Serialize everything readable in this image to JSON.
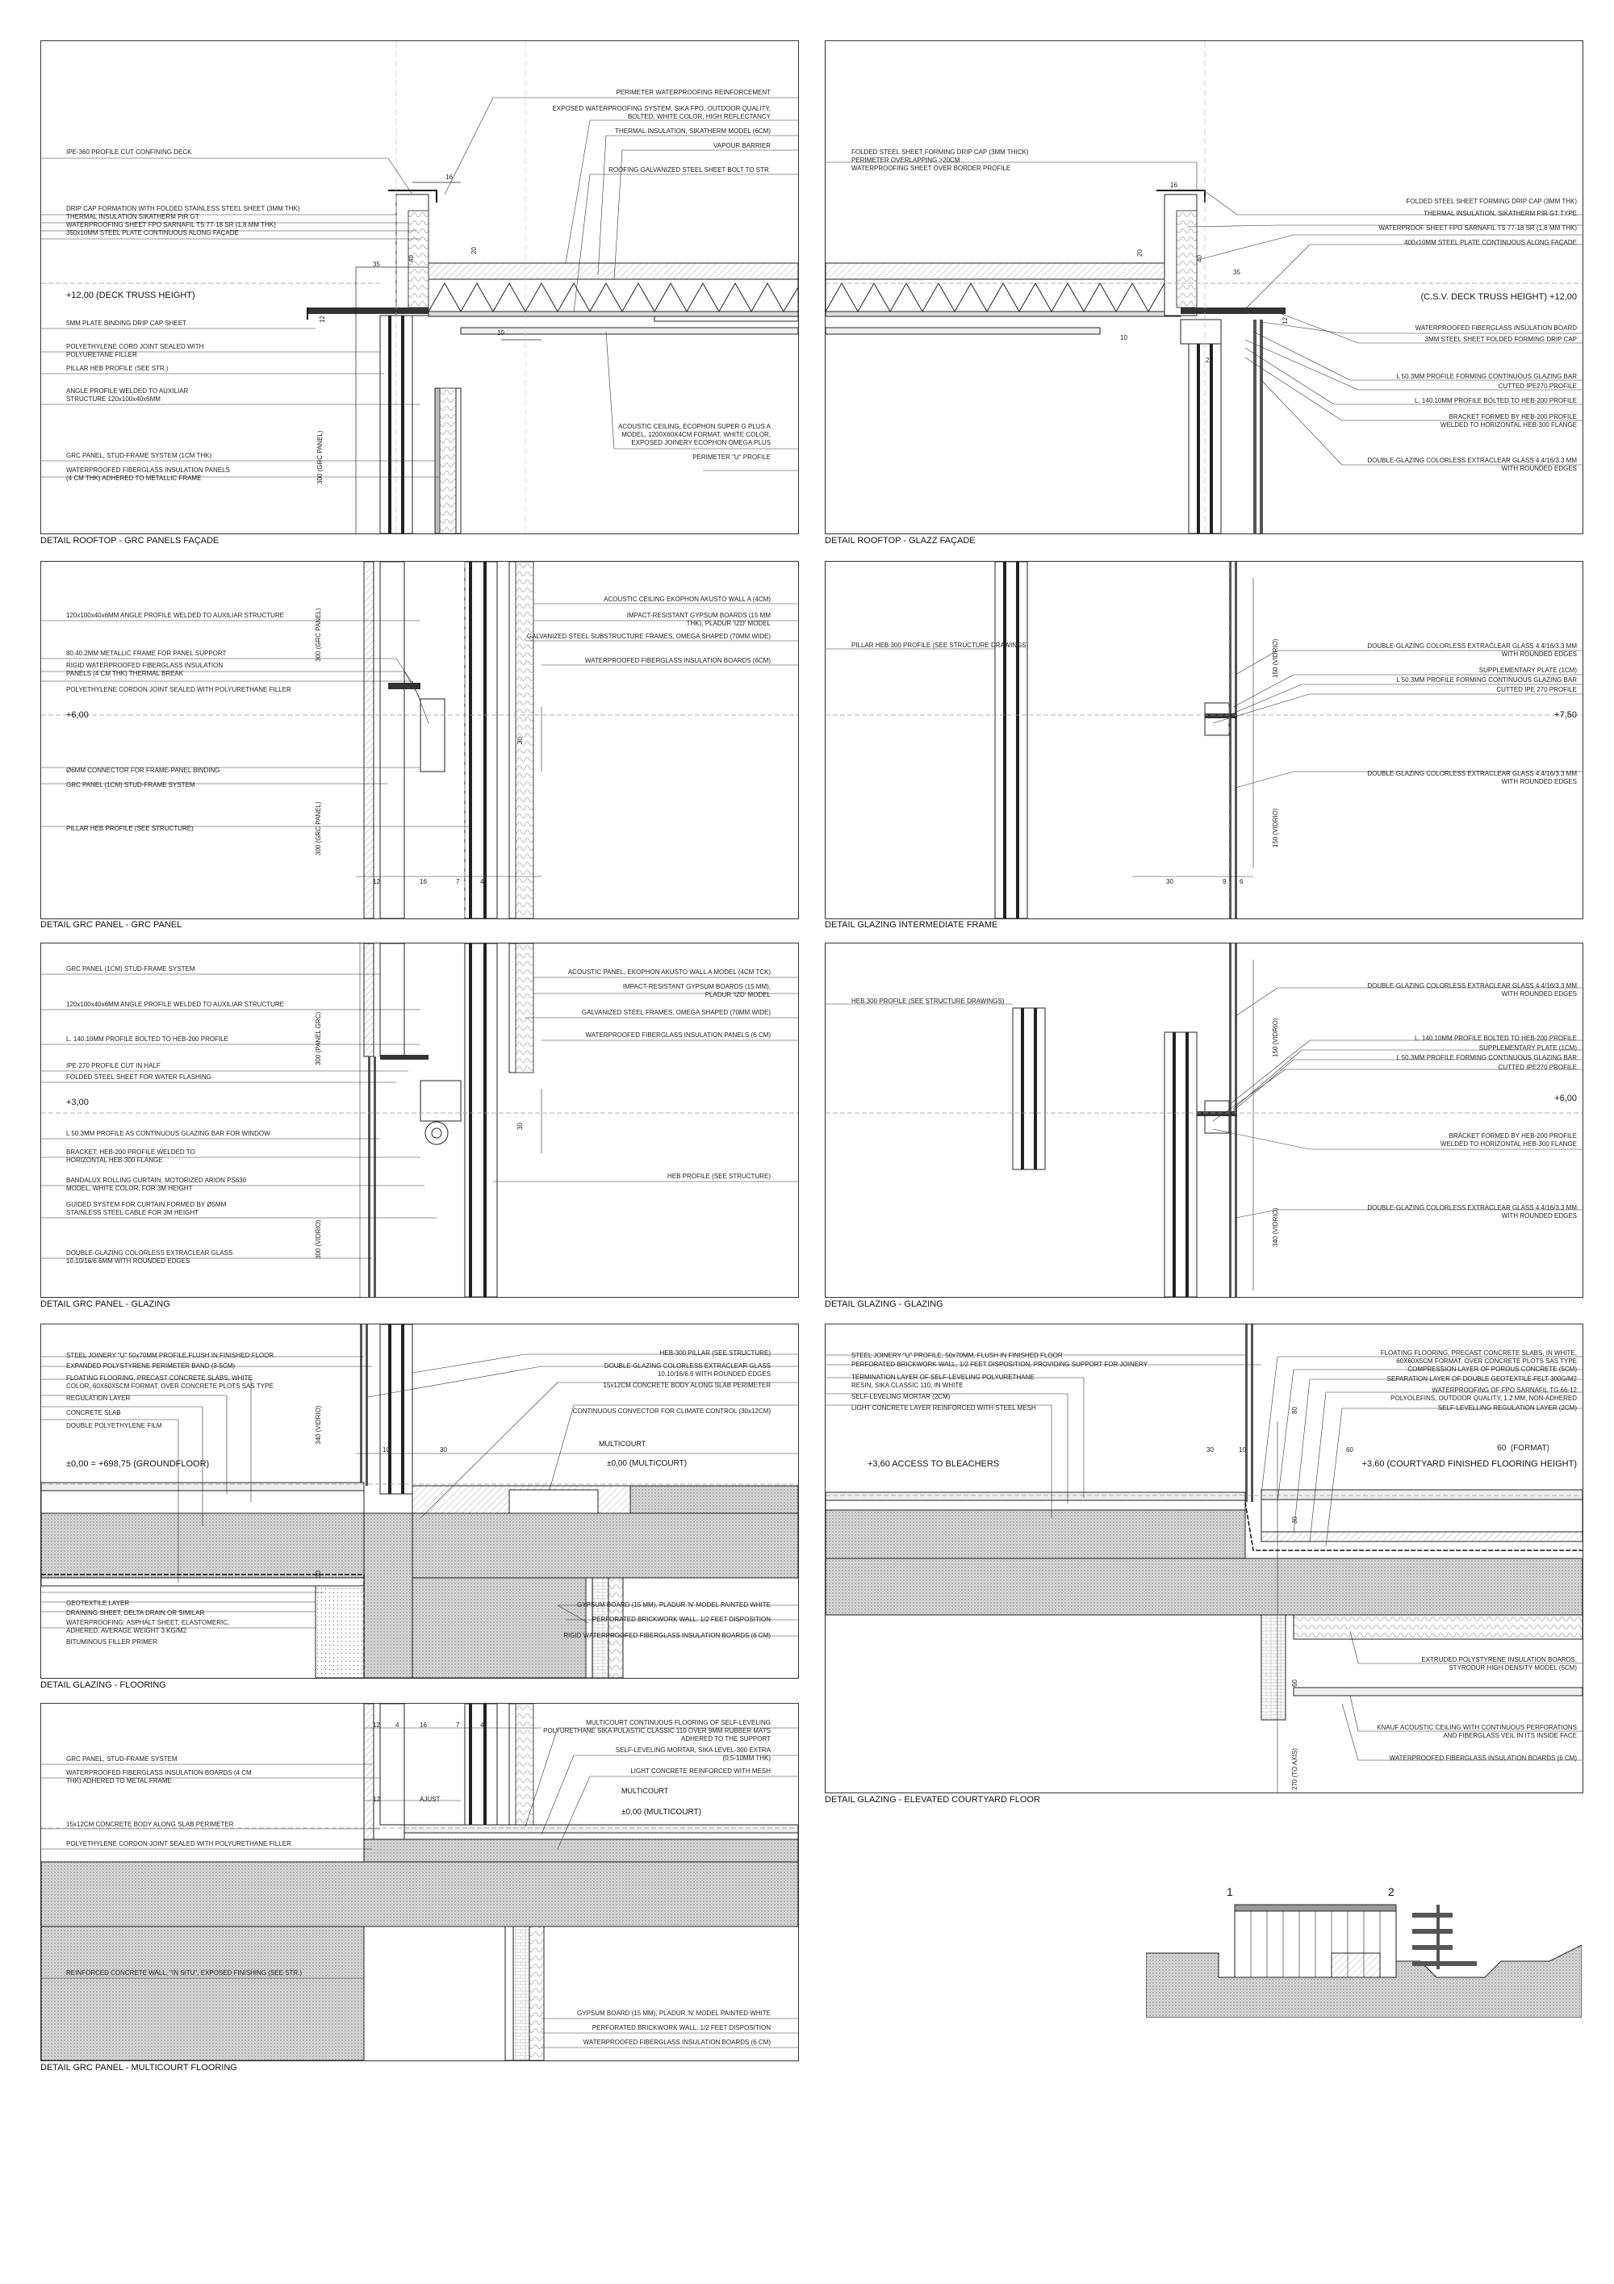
{
  "panels": {
    "p1": {
      "title": "DETAIL ROOFTOP - GRC PANELS FAÇADE",
      "labels_left": [
        "IPE-360 PROFILE CUT CONFINING DECK",
        "DRIP CAP FORMATION WITH FOLDED STAINLESS STEEL SHEET (3MM THK)",
        "THERMAL INSULATION SIKATHERM PIR GT",
        "WATERPROOFING SHEET FPO SARNAFIL TS 77-18 SR (1,8 MM THK)",
        "350x10MM STEEL PLATE CONTINUOUS ALONG FAÇADE",
        "5MM PLATE BINDING DRIP CAP SHEET",
        "POLYETHYLENE CORD JOINT SEALED WITH\nPOLYURETANE FILLER",
        "PILLAR HEB PROFILE (SEE STR.)",
        "ANGLE PROFILE WELDED TO AUXILIAR\nSTRUCTURE 120x100x40x6MM",
        "GRC PANEL, STUD-FRAME SYSTEM (1CM THK)",
        "WATERPROOFED FIBERGLASS INSULATION PANELS\n(4 CM THK) ADHERED TO METALLIC FRAME"
      ],
      "labels_right": [
        "PERIMETER WATERPROOFING REINFORCEMENT",
        "EXPOSED WATERPROOFING SYSTEM, SIKA FPO, OUTDOOR QUALITY,\nBOLTED, WHITE COLOR, HIGH REFLECTANCY",
        "THERMAL INSULATION, SIKATHERM MODEL (6CM)",
        "VAPOUR BARRIER",
        "ROOFING GALVANIZED STEEL SHEET BOLT TO STR.",
        "ACOUSTIC CEILING, ECOPHON SUPER G PLUS A\nMODEL, 1200X60X4CM FORMAT, WHITE COLOR,\nEXPOSED JOINERY ECOPHON OMEGA PLUS",
        "PERIMETER \"U\" PROFILE"
      ],
      "level": "+12,00 (DECK TRUSS HEIGHT)",
      "dims": [
        "16",
        "20",
        "40",
        "35",
        "12",
        "10",
        "300 (GRC PANEL)"
      ]
    },
    "p2": {
      "title": "DETAIL ROOFTOP - GLAZZ FAÇADE",
      "labels_left": [
        "FOLDED STEEL SHEET FORMING DRIP CAP (3MM THICK)",
        "PERIMETER OVERLAPPING >20CM",
        "WATERPROOFING SHEET OVER BORDER PROFILE"
      ],
      "labels_right": [
        "FOLDED STEEL SHEET FORMING DRIP CAP (3MM THK)",
        "THERMAL INSULATION, SIKATHERM PIR GT TYPE",
        "WATERPROOF SHEET FPO SARNAFIL TS 77-18 SR (1,8 MM THK)",
        "400x10MM STEEL PLATE CONTINUOUS ALONG FAÇADE",
        "WATERPROOFED FIBERGLASS INSULATION BOARD",
        "3MM STEEL SHEET FOLDED FORMING DRIP CAP",
        "L 50.3MM PROFILE FORMING CONTINUOUS GLAZING BAR",
        "CUTTED IPE270 PROFILE",
        "L. 140.10MM PROFILE BOLTED TO HEB-200 PROFILE",
        "BRACKET FORMED BY HEB-200 PROFILE\nWELDED TO HORIZONTAL HEB-300 FLANGE",
        "DOUBLE-GLAZING COLORLESS EXTRACLEAR GLASS 4.4/16/3.3 MM\nWITH ROUNDED EDGES"
      ],
      "level": "(C.S.V. DECK TRUSS HEIGHT) +12,00",
      "dims": [
        "16",
        "20",
        "40",
        "35",
        "12",
        "10",
        "21"
      ]
    },
    "p3": {
      "title": "DETAIL GRC PANEL - GRC PANEL",
      "labels_left": [
        "120x100x40x6MM ANGLE PROFILE WELDED TO AUXILIAR STRUCTURE",
        "80.40.2MM METALLIC FRAME FOR PANEL SUPPORT",
        "RIGID WATERPROOFED FIBERGLASS INSULATION\nPANELS (4 CM THK) THERMAL BREAK",
        "POLYETHYLENE CORDON JOINT SEALED WITH POLYURETHANE FILLER",
        "Ø6MM CONNECTOR FOR FRAME-PANEL BINDING",
        "GRC PANEL (1CM) STUD-FRAME SYSTEM",
        "PILLAR HEB PROFILE (SEE STRUCTURE)"
      ],
      "labels_right": [
        "ACOUSTIC CEILING EKOPHON AKUSTO WALL A (4CM)",
        "IMPACT-RESISTANT GYPSUM BOARDS (15 MM\nTHK), PLADUR 'IZD' MODEL",
        "GALVANIZED STEEL SUBSTRUCTURE FRAMES, OMEGA SHAPED (70MM WIDE)",
        "WATERPROOFED FIBERGLASS INSULATION BOARDS (6CM)"
      ],
      "level": "+6,00",
      "dims": [
        "12",
        "16",
        "7",
        "4",
        "30",
        "300 (GRC PANEL)",
        "300 (GRC PANEL)"
      ]
    },
    "p4": {
      "title": "DETAIL GLAZING INTERMEDIATE FRAME",
      "labels_left": [
        "PILLAR HEB 300 PROFILE (SEE STRUCTURE DRAWINGS)"
      ],
      "labels_right": [
        "DOUBLE-GLAZING COLORLESS EXTRACLEAR GLASS 4.4/16/3.3 MM\nWITH ROUNDED EDGES",
        "SUPPLEMENTARY PLATE (1CM)",
        "L 50.3MM PROFILE FORMING CONTINUOUS GLAZING BAR",
        "CUTTED IPE 270 PROFILE",
        "DOUBLE-GLAZING COLORLESS EXTRACLEAR GLASS 4.4/16/3.3 MM\nWITH ROUNDED EDGES"
      ],
      "level": "+7,50",
      "dims": [
        "30",
        "9",
        "6",
        "150 (VIDRIO)",
        "150 (VIDRIO)"
      ]
    },
    "p5": {
      "title": "DETAIL GRC PANEL - GLAZING",
      "labels_left": [
        "GRC PANEL (1CM) STUD-FRAME SYSTEM",
        "120x100x40x6MM ANGLE PROFILE WELDED TO AUXILIAR STRUCTURE",
        "L. 140.10MM PROFILE BOLTED TO HEB-200 PROFILE",
        "IPE-270 PROFILE CUT IN HALF",
        "FOLDED STEEL SHEET FOR WATER FLASHING",
        "L 50.3MM PROFILE AS CONTINUOUS GLAZING BAR FOR WINDOW",
        "BRACKET: HEB-200 PROFILE WELDED TO\nHORIZONTAL HEB-300 FLANGE",
        "BANDALUX ROLLING CURTAIN, MOTORIZED ARION PS630\nMODEL, WHITE COLOR, FOR 3M HEIGHT",
        "GUIDED SYSTEM FOR CURTAIN FORMED BY Ø5MM\nSTAINLESS STEEL CABLE FOR 3M HEIGHT",
        "DOUBLE-GLAZING COLORLESS EXTRACLEAR GLASS\n10.10/16/6.6MM WITH ROUNDED EDGES"
      ],
      "labels_right": [
        "ACOUSTIC PANEL, EKOPHON AKUSTO WALL A MODEL (4CM TCK)",
        "IMPACT-RESISTANT GYPSUM BOARDS (15 MM),\nPLADUR 'IZD' MODEL",
        "GALVANIZED STEEL FRAMES, OMEGA SHAPED (70MM WIDE)",
        "WATERPROOFED FIBERGLASS INSULATION PANELS (6 CM)",
        "HEB PROFILE (SEE STRUCTURE)"
      ],
      "level": "+3,00",
      "dims": [
        "300 (PANEL GRC)",
        "30",
        "300 (VIDRIO)"
      ]
    },
    "p6": {
      "title": "DETAIL GLAZING - GLAZING",
      "labels_left": [
        "HEB.300 PROFILE (SEE STRUCTURE DRAWINGS)"
      ],
      "labels_right": [
        "DOUBLE-GLAZING COLORLESS EXTRACLEAR GLASS 4.4/16/3.3 MM\nWITH ROUNDED EDGES",
        "L. 140.10MM PROFILE BOLTED TO HEB-200 PROFILE",
        "SUPPLEMENTARY PLATE (1CM)",
        "L 50.3MM PROFILE FORMING CONTINUOUS GLAZING BAR",
        "CUTTED IPE270 PROFILE",
        "BRACKET FORMED BY HEB-200 PROFILE\nWELDED TO HORIZONTAL HEB-300 FLANGE",
        "DOUBLE-GLAZING COLORLESS EXTRACLEAR GLASS 4.4/16/3.3 MM\nWITH ROUNDED EDGES"
      ],
      "level": "+6,00",
      "dims": [
        "150 (VIDRIO)",
        "340 (VIDRIO)"
      ]
    },
    "p7": {
      "title": "DETAIL GLAZING - FLOORING",
      "labels_left": [
        "STEEL JOINERY \"U\" 50x70MM PROFILE,FLUSH IN FINISHED FLOOR",
        "EXPANDED POLYSTYRENE PERIMETER BAND (3-5CM)",
        "FLOATING FLOORING, PRECAST CONCRETE SLABS, WHITE\nCOLOR, 60X60X5CM FORMAT, OVER CONCRETE PLOTS SAS TYPE",
        "REGULATION LAYER",
        "CONCRETE SLAB",
        "DOUBLE POLYETHYLENE FILM",
        "GEOTEXTILE LAYER",
        "DRAINING SHEET, DELTA DRAIN OR SIMILAR",
        "WATERPROOFING: ASPHALT SHEET, ELASTOMERIC,\nADHERED, AVERAGE WEIGHT 3 KG/M2",
        "BITUMINOUS FILLER PRIMER"
      ],
      "labels_right": [
        "HEB-300 PILLAR (SEE STRUCTURE)",
        "DOUBLE-GLAZING COLORLESS EXTRACLEAR GLASS\n10.10/16/6.6 WITH ROUNDED EDGES",
        "15x12CM CONCRETE BODY ALONG SLAB PERIMETER",
        "CONTINUOUS CONVECTOR FOR CLIMATE CONTROL (30x12CM)",
        "GYPSUM BOARD (15 MM), PLADUR 'N' MODEL PAINTED WHITE",
        "PERFORATED BRICKWORK WALL, 1/2 FEET DISPOSITION",
        "RIGID WATERPROOFED FIBERGLASS INSULATION BOARDS (6 CM)"
      ],
      "level": "±0,00 = +698,75 (GROUNDFLOOR)",
      "level2": "±0,00 (MULTICOURT)",
      "tag": "MULTICOURT",
      "dims": [
        "10",
        "30",
        "30",
        "340 (VIDRIO)"
      ]
    },
    "p8": {
      "title": "DETAIL GLAZING - ELEVATED COURTYARD FLOOR",
      "labels_left": [
        "STEEL JOINERY \"U\" PROFILE, 50x70MM, FLUSH IN FINISHED FLOOR",
        "PERFORATED BRICKWORK WALL, 1/2 FEET DISPOSITION, PROVIDING SUPPORT FOR JOINERY",
        "TERMINATION LAYER OF SELF-LEVELING POLYURETHANE\nRESIN, SIKA CLASSIC 110, IN WHITE",
        "SELF-LEVELING MORTAR (2CM)",
        "LIGHT CONCRETE LAYER REINFORCED WITH STEEL MESH"
      ],
      "labels_right": [
        "FLOATING FLOORING, PRECAST CONCRETE SLABS, IN WHITE,\n60X60X5CM FORMAT, OVER CONCRETE PLOTS SAS TYPE",
        "COMPRESSION LAYER OF POROUS CONCRETE (5CM)",
        "SEPARATION LAYER OF DOUBLE GEOTEXTILE FELT 300G/M2",
        "WATERPROOFING OF FPO SARNAFIL TG 66-12\nPOLYOLEFINS, OUTDOOR QUALITY, 1.2 MM, NON-ADHERED",
        "SELF-LEVELLING REGULATION LAYER (2CM)",
        "EXTRUDED POLYSTYRENE INSULATION BOARDS,\nSTYRODUR HIGH DENSITY MODEL (5CM)",
        "KNAUF ACOUSTIC CEILING WITH CONTINUOUS PERFORATIONS\nAND FIBERGLASS VEIL IN ITS INSIDE FACE",
        "WATERPROOFED FIBERGLASS INSULATION BOARDS (6 CM)"
      ],
      "level": "+3,60 ACCESS TO BLEACHERS",
      "level2": "+3,60 (COURTYARD FINISHED FLOORING HEIGHT)",
      "format": "60  (FORMAT)",
      "dims": [
        "30",
        "10",
        "60",
        "80",
        "30",
        "60",
        "270 (TO AXIS)"
      ]
    },
    "p9": {
      "title": "DETAIL GRC PANEL - MULTICOURT FLOORING",
      "labels_left": [
        "GRC PANEL, STUD-FRAME SYSTEM",
        "WATERPROOFED FIBERGLASS INSULATION BOARDS (4 CM\nTHK) ADHERED TO METAL FRAME",
        "15x12CM CONCRETE BODY ALONG SLAB PERIMETER",
        "POLYETHYLENE CORDON JOINT SEALED WITH POLYURETHANE FILLER",
        "REINFORCED CONCRETE WALL, \"IN SITU\", EXPOSED FINISHING (SEE STR.)"
      ],
      "labels_right": [
        "MULTICOURT CONTINUOUS FLOORING OF SELF-LEVELING\nPOLYURETHANE SIKA PULASTIC CLASSIC 110 OVER 9MM RUBBER MATS\nADHERED TO THE SUPPORT",
        "SELF-LEVELING MORTAR, SIKA LEVEL-300 EXTRA\n(0,5-10MM THK)",
        "LIGHT CONCRETE REINFORCED WITH MESH",
        "GYPSUM BOARD (15 MM), PLADUR 'N' MODEL PAINTED WHITE",
        "PERFORATED BRICKWORK WALL, 1/2 FEET DISPOSITION",
        "WATERPROOFED FIBERGLASS INSULATION BOARDS (6 CM)"
      ],
      "level": "±0,00 (MULTICOURT)",
      "tag": "MULTICOURT",
      "dims": [
        "12",
        "4",
        "16",
        "7",
        "4",
        "12",
        "AJUST"
      ]
    }
  },
  "keyplan": {
    "mark1": "1",
    "mark2": "2"
  }
}
